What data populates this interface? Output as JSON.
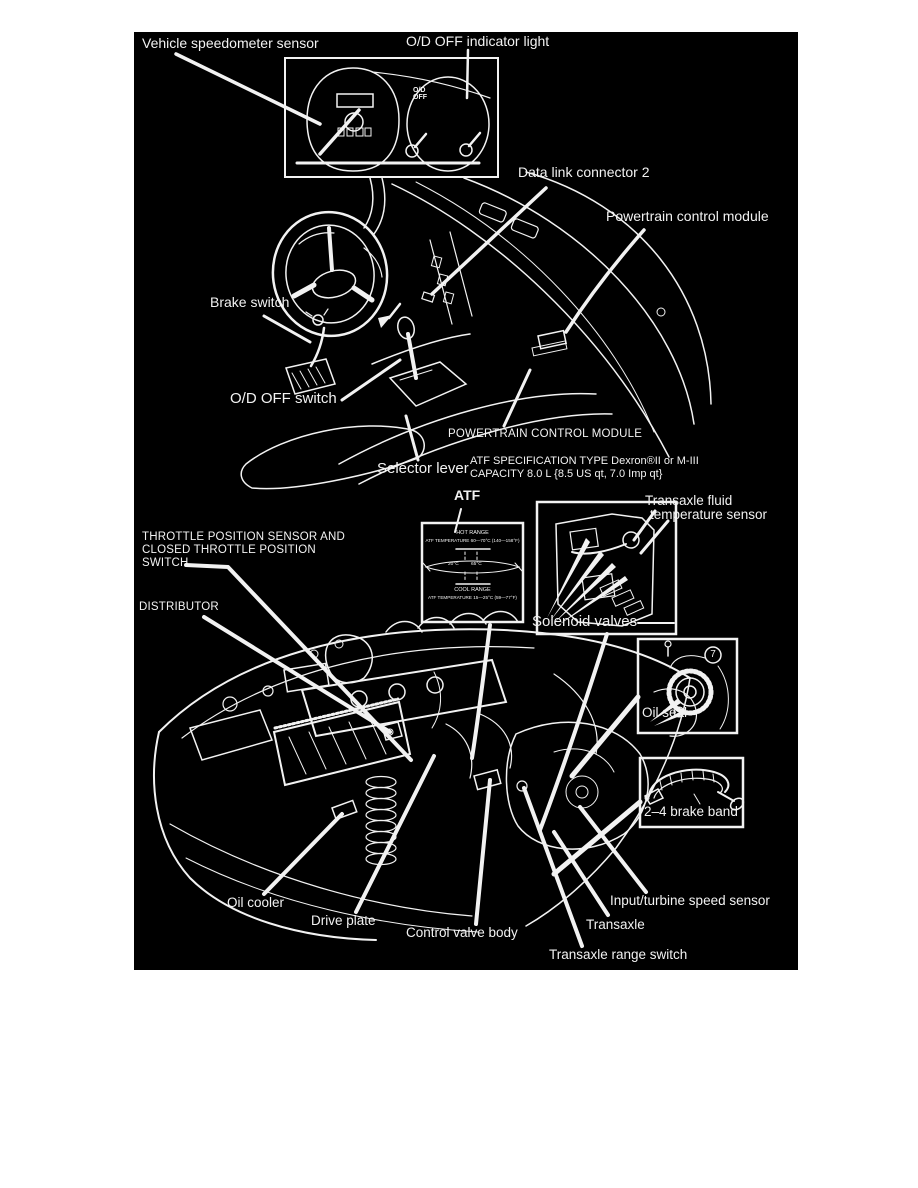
{
  "page": {
    "background": "#ffffff"
  },
  "diagram": {
    "colors": {
      "background": "#000000",
      "line": "#f2f2f2",
      "text": "#f2f2f2"
    },
    "labels": {
      "vehicle_speedometer_sensor": "Vehicle speedometer sensor",
      "od_off_indicator_light": "O/D OFF indicator light",
      "data_link_connector_2": "Data link connector 2",
      "powertrain_control_module": "Powertrain control module",
      "brake_switch": "Brake switch",
      "od_off_switch": "O/D OFF switch",
      "selector_lever": "Selector lever",
      "powertrain_control_module_caps": "POWERTRAIN CONTROL MODULE",
      "atf_spec_line1": "ATF SPECIFICATION TYPE Dexron®II or M-III",
      "atf_spec_line2": "CAPACITY 8.0 L {8.5 US qt, 7.0 Imp qt}",
      "atf": "ATF",
      "transaxle_fluid_temperature_sensor_line1": "Transaxle fluid",
      "transaxle_fluid_temperature_sensor_line2": "temperature sensor",
      "solenoid_valves": "Solenoid valves",
      "throttle_position_line1": "THROTTLE POSITION SENSOR AND",
      "throttle_position_line2": "CLOSED THROTTLE POSITION",
      "throttle_position_line3": "SWITCH",
      "distributor": "DISTRIBUTOR",
      "oil_seal": "Oil seal",
      "brake_band_2_4": "2–4 brake band",
      "oil_cooler": "Oil cooler",
      "drive_plate": "Drive plate",
      "control_valve_body": "Control valve body",
      "transaxle": "Transaxle",
      "transaxle_range_switch": "Transaxle range switch",
      "input_turbine_speed_sensor": "Input/turbine speed sensor"
    },
    "instrument_cluster": {
      "od_off_line1": "O/D",
      "od_off_line2": "OFF"
    },
    "atf_level_box": {
      "hot_range_title": "HOT RANGE",
      "hot_range_temp": "ATF TEMPERATURE 60—70°C (140—158°F)",
      "dipstick_tick_left": "20°C",
      "dipstick_tick_right": "65°C",
      "cool_range_title": "COOL RANGE",
      "cool_range_temp": "ATF TEMPERATURE 15—25°C (59—77°F)"
    },
    "callouts": {
      "circled_number": "7"
    }
  }
}
